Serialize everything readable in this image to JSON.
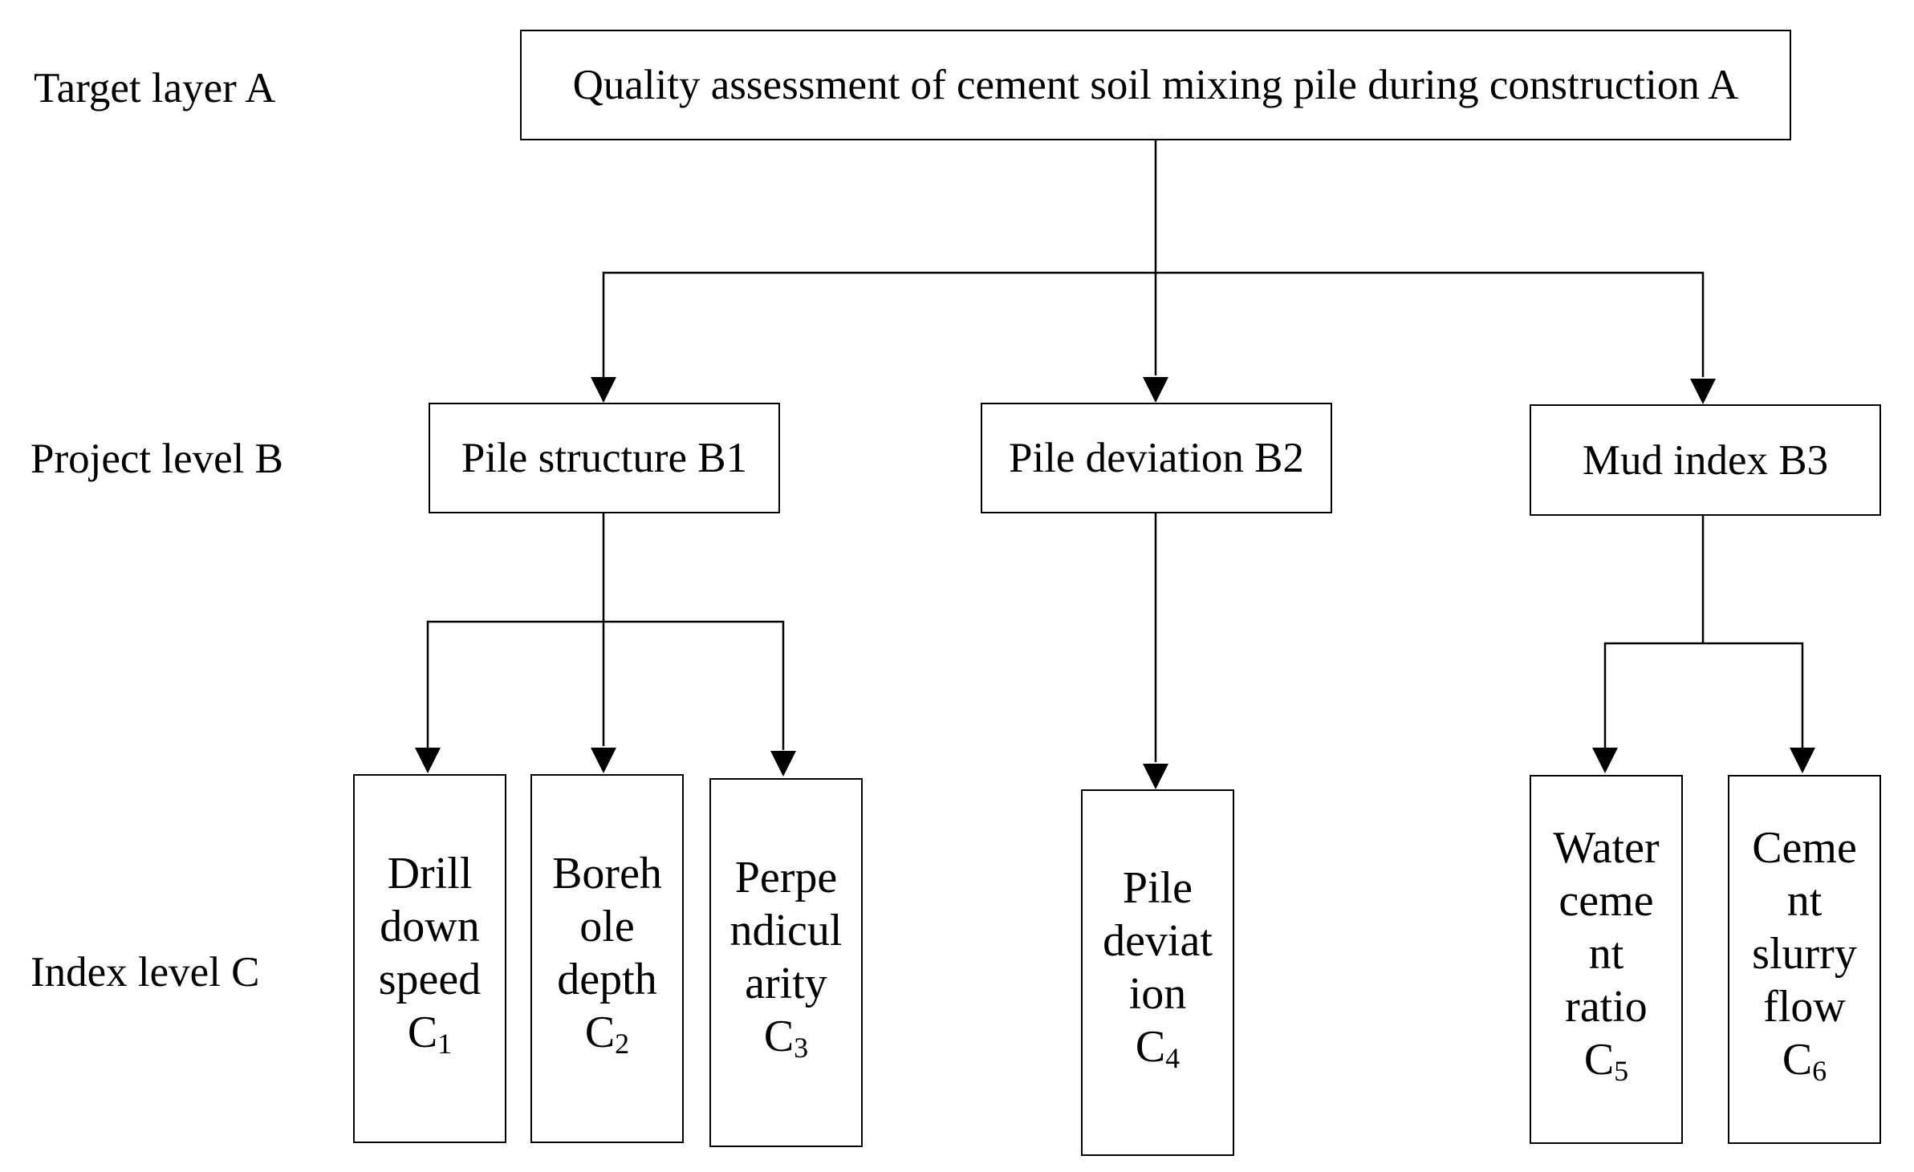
{
  "levels": {
    "a": "Target layer A",
    "b": "Project level B",
    "c": "Index level C"
  },
  "target": "Quality assessment of cement soil mixing pile during construction A",
  "criteria": {
    "b1": "Pile structure B1",
    "b2": "Pile deviation B2",
    "b3": "Mud index B3"
  },
  "indices": {
    "c1": {
      "lines": [
        "Drill",
        "down",
        "speed"
      ],
      "symbol": "C",
      "sub": "1"
    },
    "c2": {
      "lines": [
        "Boreh",
        "ole",
        "depth"
      ],
      "symbol": "C",
      "sub": "2"
    },
    "c3": {
      "lines": [
        "Perpe",
        "ndicul",
        "arity"
      ],
      "symbol": "C",
      "sub": "3"
    },
    "c4": {
      "lines": [
        "Pile",
        "deviat",
        "ion"
      ],
      "symbol": "C",
      "sub": "4"
    },
    "c5": {
      "lines": [
        "Water",
        "ceme",
        "nt",
        "ratio"
      ],
      "symbol": "C",
      "sub": "5"
    },
    "c6": {
      "lines": [
        "Ceme",
        "nt",
        "slurry",
        "flow"
      ],
      "symbol": "C",
      "sub": "6"
    }
  }
}
